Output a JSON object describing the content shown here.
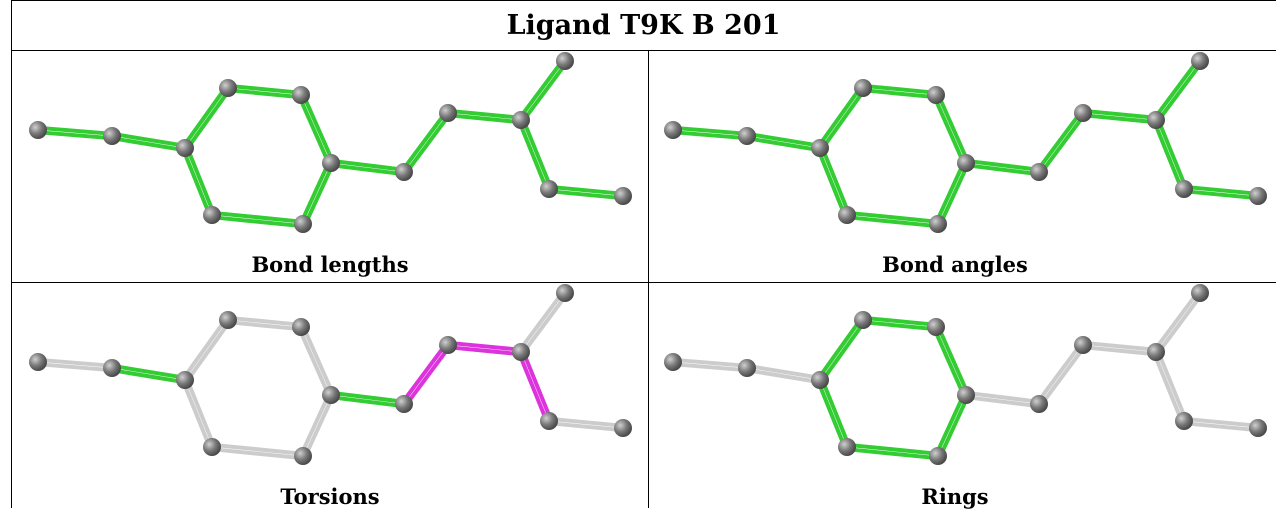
{
  "title": "Ligand T9K B 201",
  "colors": {
    "atom": "#7a7a7a",
    "bond_highlight": "#33cc33",
    "bond_outlier": "#dd33dd",
    "bond_plain": "#cccccc"
  },
  "panels": [
    {
      "label": "Bond lengths",
      "bond_styles": [
        "green",
        "green",
        "green",
        "green",
        "green",
        "green",
        "green",
        "green",
        "green",
        "green",
        "green",
        "green",
        "green",
        "green"
      ]
    },
    {
      "label": "Bond angles",
      "bond_styles": [
        "green",
        "green",
        "green",
        "green",
        "green",
        "green",
        "green",
        "green",
        "green",
        "green",
        "green",
        "green",
        "green",
        "green"
      ]
    },
    {
      "label": "Torsions",
      "bond_styles": [
        "gray",
        "green",
        "gray",
        "gray",
        "gray",
        "gray",
        "gray",
        "gray",
        "green",
        "magenta",
        "magenta",
        "gray",
        "magenta",
        "gray"
      ]
    },
    {
      "label": "Rings",
      "bond_styles": [
        "gray",
        "gray",
        "green",
        "green",
        "green",
        "green",
        "green",
        "green",
        "gray",
        "gray",
        "gray",
        "gray",
        "gray",
        "gray"
      ]
    }
  ]
}
